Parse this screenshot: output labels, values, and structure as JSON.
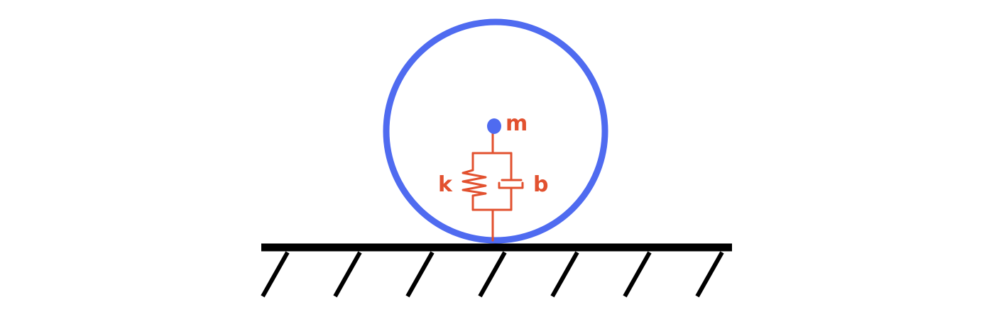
{
  "labels": {
    "mass": "m",
    "spring": "k",
    "damper": "b"
  },
  "colors": {
    "wheel": "#4f6bf0",
    "mass": "#4f6bf0",
    "mechanism": "#e2512f",
    "ground": "#000000"
  }
}
